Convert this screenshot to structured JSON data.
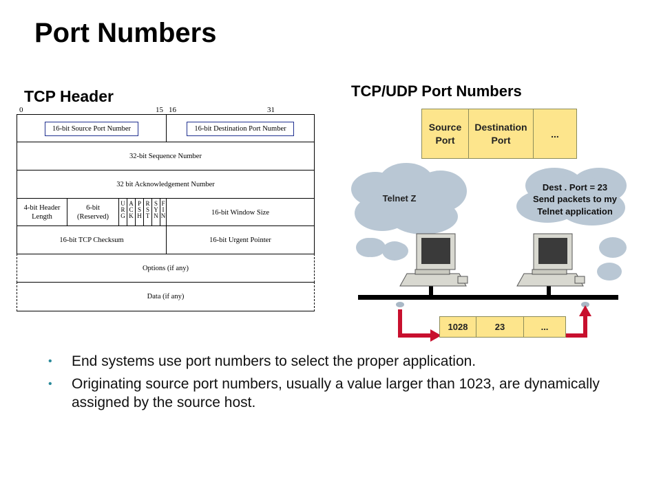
{
  "title": "Port Numbers",
  "tcp_header": {
    "heading": "TCP Header",
    "bit_labels": [
      "0",
      "15",
      "16",
      "31"
    ],
    "rows": {
      "source_port": "16-bit Source Port Number",
      "dest_port": "16-bit Destination Port Number",
      "sequence": "32-bit Sequence Number",
      "ack": "32 bit Acknowledgement Number",
      "header_length_line1": "4-bit Header",
      "header_length_line2": "Length",
      "reserved_line1": "6-bit",
      "reserved_line2": "(Reserved)",
      "flags": [
        {
          "l1": "U",
          "l2": "R",
          "l3": "G"
        },
        {
          "l1": "A",
          "l2": "C",
          "l3": "K"
        },
        {
          "l1": "P",
          "l2": "S",
          "l3": "H"
        },
        {
          "l1": "R",
          "l2": "S",
          "l3": "T"
        },
        {
          "l1": "S",
          "l2": "Y",
          "l3": "N"
        },
        {
          "l1": "F",
          "l2": "I",
          "l3": "N"
        }
      ],
      "window": "16-bit Window Size",
      "checksum": "16-bit TCP Checksum",
      "urgent": "16-bit Urgent Pointer",
      "options": "Options (if any)",
      "data": "Data (if any)"
    }
  },
  "port_diagram": {
    "heading": "TCP/UDP Port Numbers",
    "top_strip": {
      "source_line1": "Source",
      "source_line2": "Port",
      "dest_line1": "Destination",
      "dest_line2": "Port",
      "more": "..."
    },
    "cloud_left": "Telnet Z",
    "cloud_right_line1": "Dest . Port = 23",
    "cloud_right_line2": "Send packets to my",
    "cloud_right_line3": "Telnet application",
    "bottom_strip": {
      "source": "1028",
      "dest": "23",
      "more": "..."
    },
    "colors": {
      "cloud": "#b9c7d4",
      "strip": "#fde58c",
      "arrow": "#c8102e",
      "computer": "#d8d8d0"
    }
  },
  "bullets": [
    "End systems use port numbers to select the proper application.",
    "Originating source port numbers, usually a value larger than 1023, are dynamically assigned by the source host."
  ]
}
